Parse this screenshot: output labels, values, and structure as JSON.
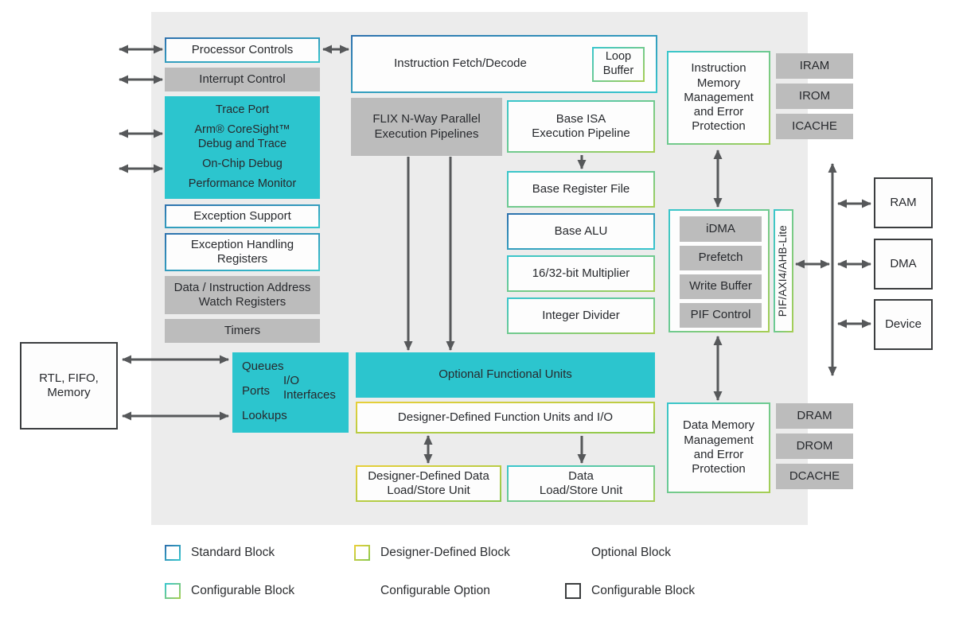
{
  "colors": {
    "optional_fill": "#2cc5ce",
    "option_fill": "#bcbcbc",
    "panel_bg": "#ececec",
    "arrow": "#56585a",
    "standard_border": "#2e72ae → #38c6cd",
    "configurable_border": "#38c6cd → #a6ce53",
    "designer_border": "#e7cf39 → #8cc94f",
    "black_border": "#3b3d3f",
    "text": "#27292d"
  },
  "blocks": {
    "processor_controls": "Processor Controls",
    "interrupt_control": "Interrupt Control",
    "exception_support": "Exception Support",
    "exception_handling_registers": "Exception Handling Registers",
    "address_watch_registers": "Data / Instruction Address Watch Registers",
    "timers": "Timers",
    "instruction_fetch_decode": "Instruction Fetch/Decode",
    "loop_buffer": "Loop Buffer",
    "flix": "FLIX N-Way Parallel Execution Pipelines",
    "base_isa": [
      "Base ISA",
      "Execution Pipeline"
    ],
    "base_register_file": "Base Register File",
    "base_alu": "Base ALU",
    "multiplier": "16/32-bit Multiplier",
    "integer_divider": "Integer Divider",
    "optional_functional_units": "Optional Functional Units",
    "designer_function_units": "Designer-Defined Function Units and I/O",
    "designer_lsu": [
      "Designer-Defined Data",
      "Load/Store Unit"
    ],
    "data_lsu": [
      "Data",
      "Load/Store Unit"
    ],
    "instruction_memory": "Instruction Memory Management and Error Protection",
    "data_memory": "Data Memory Management and Error Protection",
    "idma": "iDMA",
    "prefetch": "Prefetch",
    "write_buffer": "Write Buffer",
    "pif_control": "PIF Control",
    "pif_bus": "PIF/AXI4/AHB-Lite"
  },
  "debug_block": {
    "trace_port": "Trace Port",
    "coresight": [
      "Arm® CoreSight™",
      "Debug and Trace"
    ],
    "onchip_debug": "On-Chip Debug",
    "performance_monitor": "Performance Monitor"
  },
  "io_block": {
    "queues": "Queues",
    "ports": "Ports",
    "io_interfaces": [
      "I/O",
      "Interfaces"
    ],
    "lookups": "Lookups"
  },
  "memories": {
    "iram": "IRAM",
    "irom": "IROM",
    "icache": "ICACHE",
    "dram": "DRAM",
    "drom": "DROM",
    "dcache": "DCACHE"
  },
  "external": {
    "rtl_fifo_memory": "RTL, FIFO, Memory",
    "ram": "RAM",
    "dma": "DMA",
    "device": "Device"
  },
  "legend": {
    "items": [
      {
        "label": "Standard Block",
        "type": "standard"
      },
      {
        "label": "Designer-Defined Block",
        "type": "designer"
      },
      {
        "label": "Optional Block",
        "type": "optional"
      },
      {
        "label": "Configurable Block",
        "type": "configurable"
      },
      {
        "label": "Configurable Option",
        "type": "option"
      },
      {
        "label": "Configurable Block",
        "type": "black"
      }
    ]
  }
}
